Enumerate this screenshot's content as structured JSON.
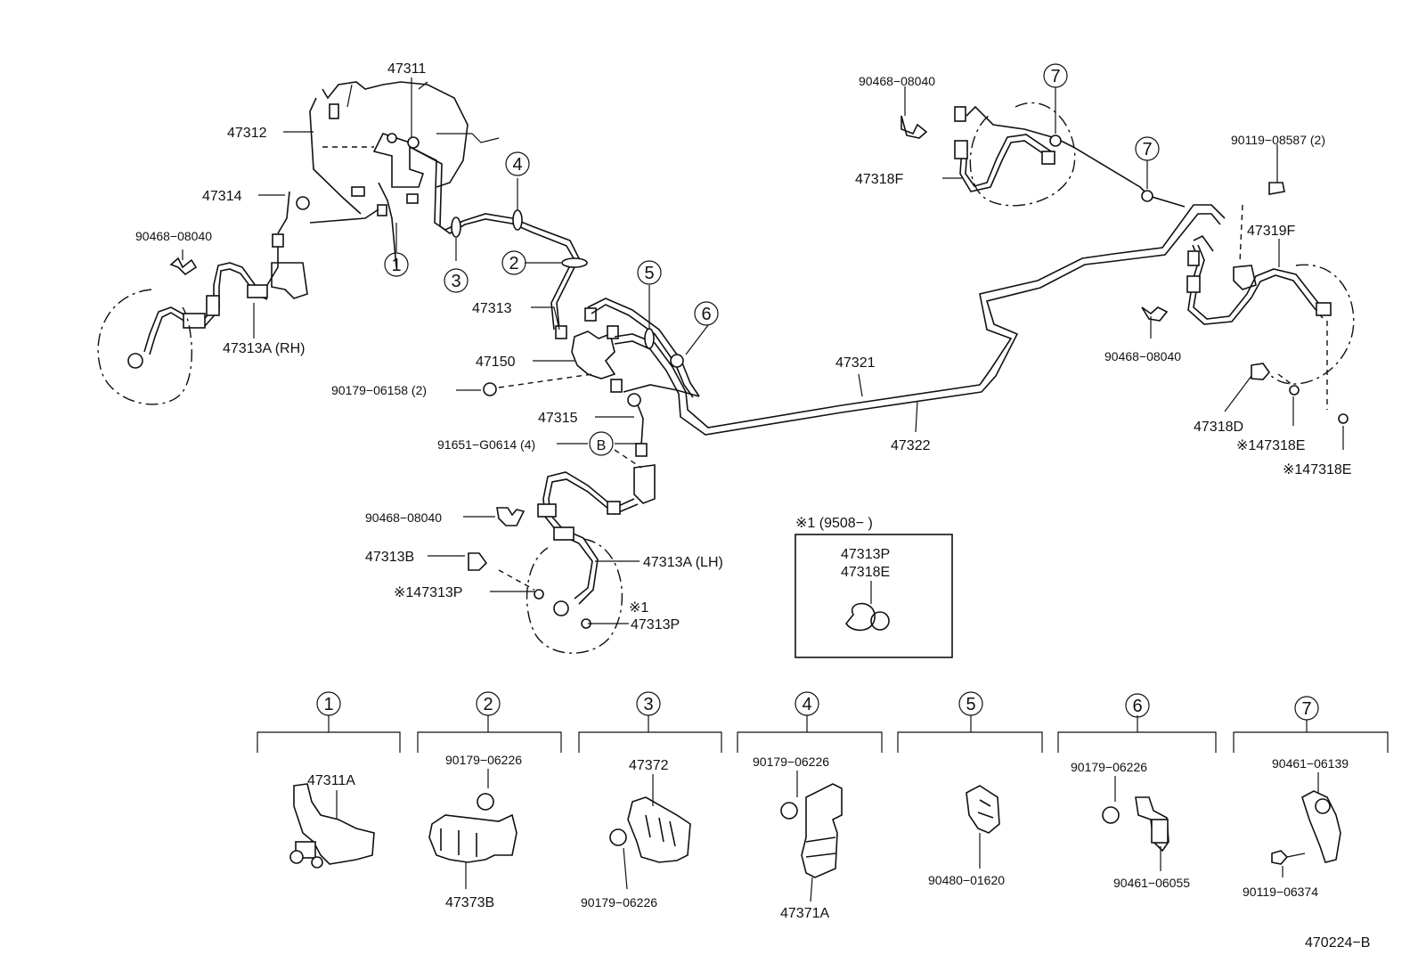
{
  "labels": {
    "p47311": "47311",
    "p47312": "47312",
    "p47314": "47314",
    "p90468_a": "90468−08040",
    "p47313a_rh": "47313A (RH)",
    "p47313": "47313",
    "p47150": "47150",
    "p90179_06158": "90179−06158 (2)",
    "p47315": "47315",
    "p91651": "91651−G0614 (4)",
    "p90468_b": "90468−08040",
    "p47313b": "47313B",
    "p147313p": "※147313P",
    "p47313a_lh": "47313A (LH)",
    "star1": "※1",
    "p47313p": "47313P",
    "p47321": "47321",
    "p47322": "47322",
    "p90468_c": "90468−08040",
    "p47318f": "47318F",
    "p90119_08587": "90119−08587 (2)",
    "p47319f": "47319F",
    "p90468_d": "90468−08040",
    "p47318d": "47318D",
    "p147318e_1": "※147318E",
    "p147318e_2": "※147318E",
    "box_title": "※1 (9508−        )",
    "box_p1": "47313P",
    "box_p2": "47318E",
    "d1_p1": "47311A",
    "d2_p1": "90179−06226",
    "d2_p2": "47373B",
    "d3_p1": "47372",
    "d3_p2": "90179−06226",
    "d4_p1": "90179−06226",
    "d4_p2": "47371A",
    "d5_p1": "90480−01620",
    "d6_p1": "90179−06226",
    "d6_p2": "90461−06055",
    "d7_p1": "90461−06139",
    "d7_p2": "90119−06374",
    "code": "470224−B"
  },
  "callouts": {
    "c1": "1",
    "c2": "2",
    "c3": "3",
    "c4": "4",
    "c5": "5",
    "c6": "6",
    "c7": "7",
    "cB": "B"
  },
  "details": [
    {
      "num": "1"
    },
    {
      "num": "2"
    },
    {
      "num": "3"
    },
    {
      "num": "4"
    },
    {
      "num": "5"
    },
    {
      "num": "6"
    },
    {
      "num": "7"
    }
  ]
}
